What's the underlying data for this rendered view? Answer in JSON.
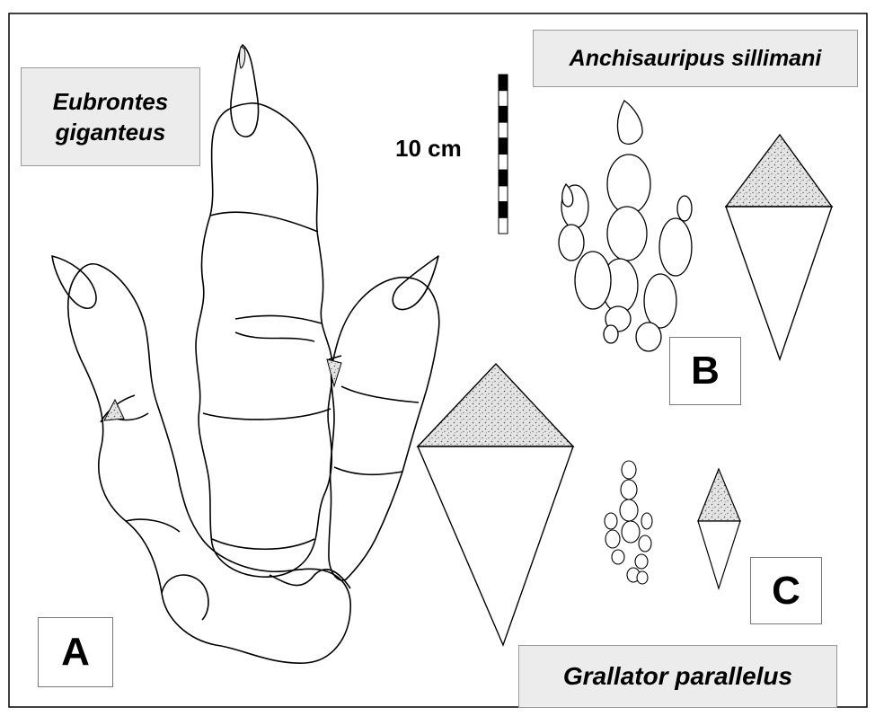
{
  "labels": {
    "eubrontes": "Eubrontes giganteus",
    "eubrontes_line1": "Eubrontes",
    "eubrontes_line2": "giganteus",
    "anchisauripus": "Anchisauripus sillimani",
    "grallator": "Grallator parallelus"
  },
  "panels": {
    "a": "A",
    "b": "B",
    "c": "C"
  },
  "scale_bar": {
    "label": "10 cm",
    "segments": 10
  },
  "colors": {
    "outline": "#000000",
    "stipple": "#bdbdbd",
    "label_bg": "#ececec"
  }
}
